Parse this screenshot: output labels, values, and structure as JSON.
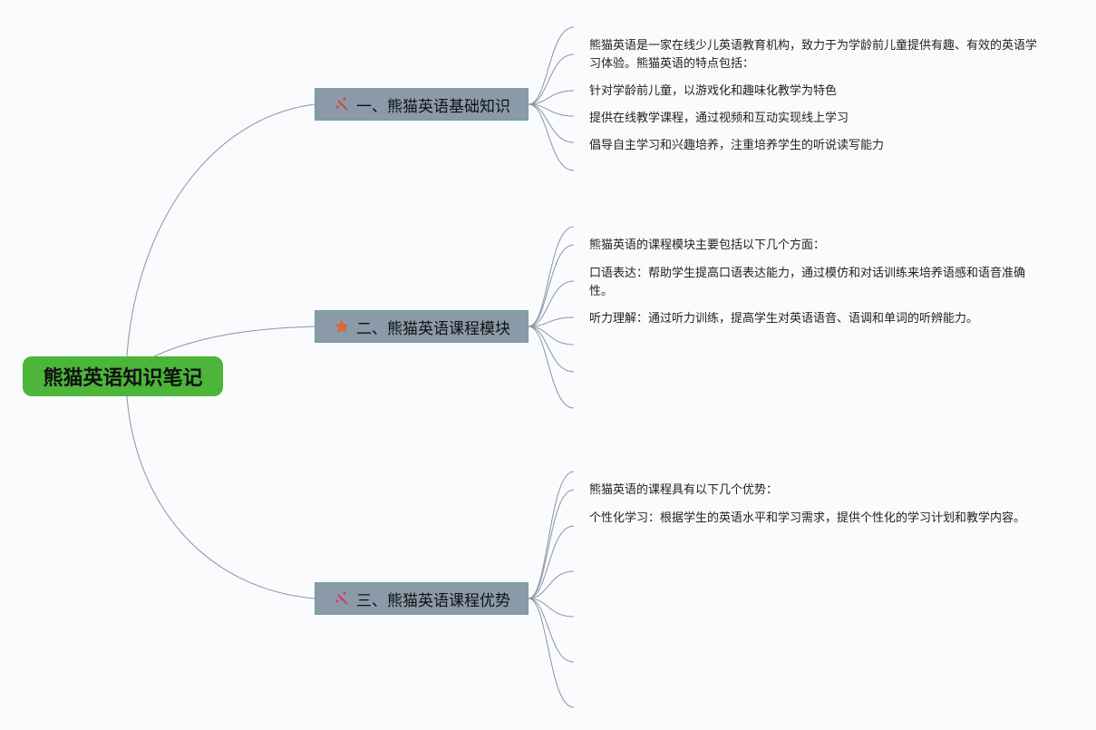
{
  "root": {
    "title": "熊猫英语知识笔记",
    "color": "#4cb53a"
  },
  "branches": [
    {
      "title": "一、熊猫英语基础知识",
      "icon": "sparkle-wand-icon",
      "icon_color": "#d9423a",
      "leaves": [
        "熊猫英语是一家在线少儿英语教育机构，致力于为学龄前儿童提供有趣、有效的英语学习体验。熊猫英语的特点包括：",
        "针对学龄前儿童，以游戏化和趣味化教学为特色",
        "提供在线教学课程，通过视频和互动实现线上学习",
        "倡导自主学习和兴趣培养，注重培养学生的听说读写能力"
      ]
    },
    {
      "title": "二、熊猫英语课程模块",
      "icon": "star-icon",
      "icon_color": "#e0642e",
      "leaves": [
        "熊猫英语的课程模块主要包括以下几个方面：",
        "口语表达：帮助学生提高口语表达能力，通过模仿和对话训练来培养语感和语音准确性。",
        "听力理解：通过听力训练，提高学生对英语语音、语调和单词的听辨能力。"
      ]
    },
    {
      "title": "三、熊猫英语课程优势",
      "icon": "sparkle-wand-icon",
      "icon_color": "#e0356a",
      "leaves": [
        "熊猫英语的课程具有以下几个优势：",
        "个性化学习：根据学生的英语水平和学习需求，提供个性化的学习计划和教学内容。"
      ]
    }
  ]
}
